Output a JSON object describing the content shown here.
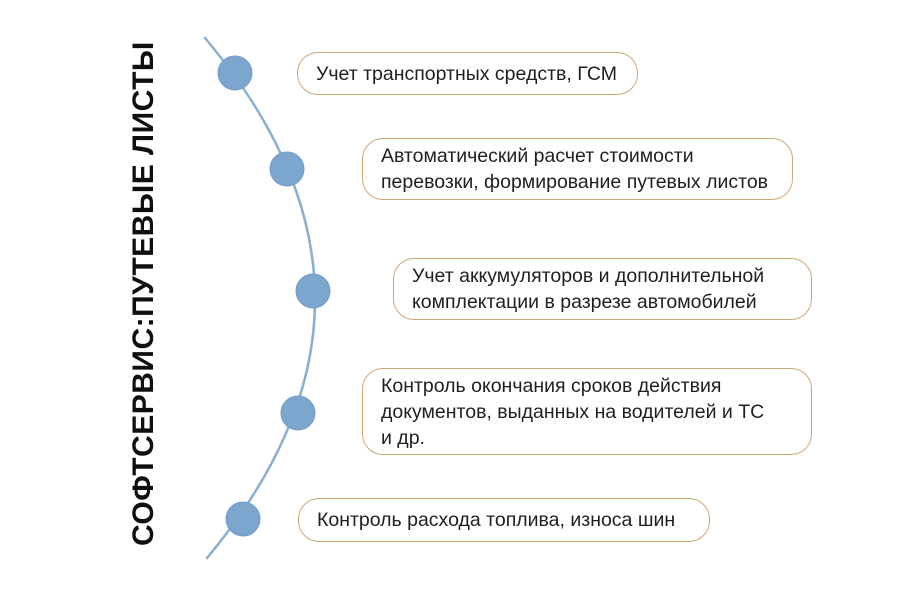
{
  "title": "СОФТСЕРВИС:ПУТЕВЫЕ ЛИСТЫ",
  "colors": {
    "background": "#ffffff",
    "node_fill": "#7ca6ce",
    "node_stroke": "#6f9dc7",
    "curve_stroke": "#8bafce",
    "box_border": "#cfa878",
    "text_color": "#1f1f1f",
    "title_color": "#0f0f0f"
  },
  "items": [
    {
      "label": "Учет транспортных средств, ГСМ"
    },
    {
      "label": "Автоматический расчет стоимости\nперевозки, формирование путевых листов"
    },
    {
      "label": "Учет аккумуляторов и дополнительной\nкомплектации в разрезе автомобилей"
    },
    {
      "label": "Контроль окончания сроков действия\nдокументов, выданных на водителей и ТС\nи др."
    },
    {
      "label": "Контроль расхода топлива, износа шин"
    }
  ]
}
